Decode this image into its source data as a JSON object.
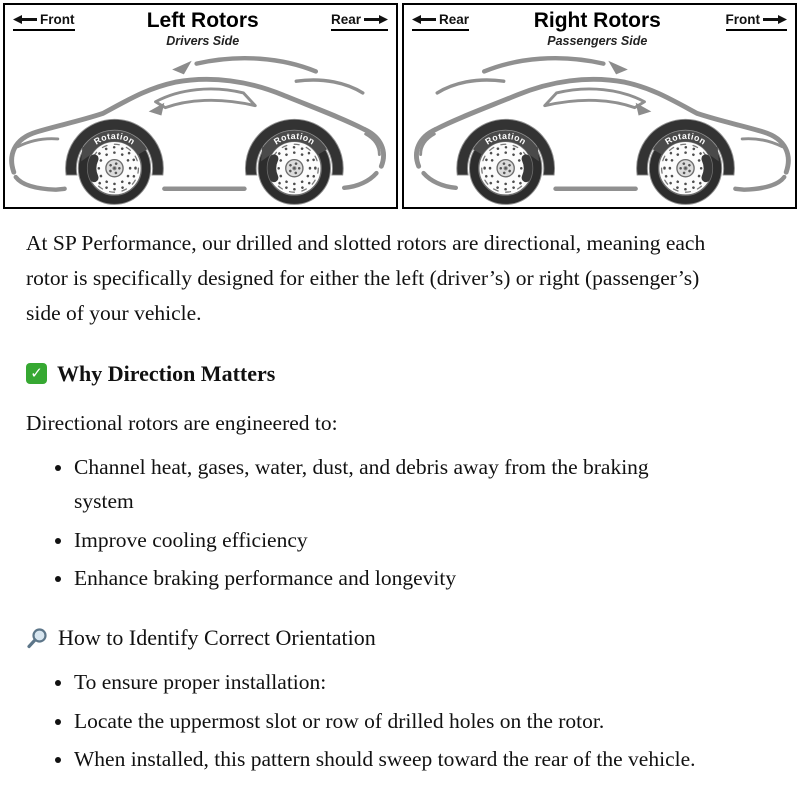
{
  "diagram": {
    "panels": [
      {
        "title": "Left Rotors",
        "subtitle": "Drivers Side",
        "left_label": "Front",
        "right_label": "Rear",
        "rotation_label": "Rotation"
      },
      {
        "title": "Right Rotors",
        "subtitle": "Passengers Side",
        "left_label": "Rear",
        "right_label": "Front",
        "rotation_label": "Rotation"
      }
    ]
  },
  "content": {
    "intro": "At SP Performance, our drilled and slotted rotors are directional, meaning each rotor is specifically designed for either the left (driver’s) or right (passenger’s) side of your vehicle.",
    "why_direction": {
      "icon": "green-check-icon",
      "icon_glyph": "✓",
      "heading": "Why Direction Matters",
      "lead": "Directional rotors are engineered to:",
      "bullets": [
        "Channel heat, gases, water, dust, and debris away from the braking system",
        "Improve cooling efficiency",
        "Enhance braking performance and longevity"
      ]
    },
    "orientation": {
      "icon": "magnifier-icon",
      "heading": "How to Identify Correct Orientation",
      "bullets": [
        "To ensure proper installation:",
        "Locate the uppermost slot or row of drilled holes on the rotor.",
        "When installed, this pattern should sweep toward the rear of the vehicle."
      ]
    }
  }
}
